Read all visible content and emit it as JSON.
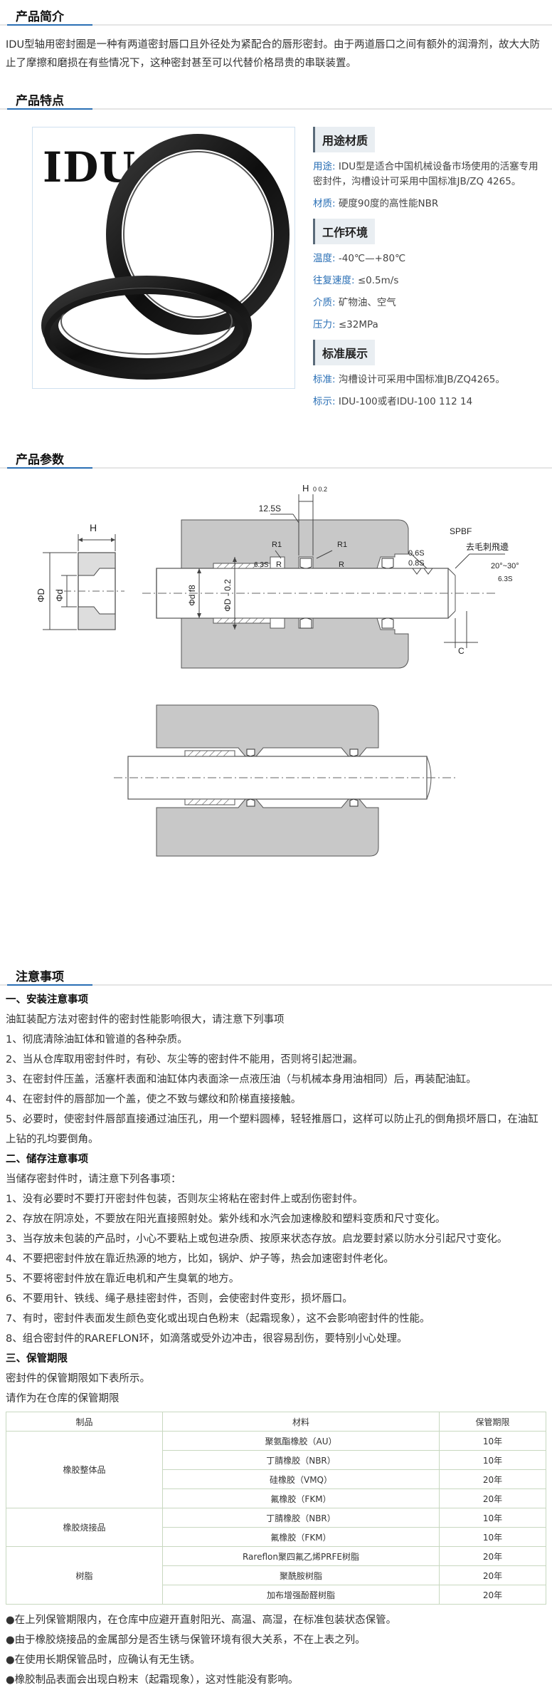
{
  "sections": {
    "intro_title": "产品简介",
    "features_title": "产品特点",
    "params_title": "产品参数",
    "notes_title": "注意事项"
  },
  "intro": {
    "text": "IDU型轴用密封圈是一种有两道密封唇口且外径处为紧配合的唇形密封。由于两道唇口之间有额外的润滑剂，故大大防止了摩擦和磨损在有些情况下，这种密封甚至可以代替价格昂贵的串联装置。"
  },
  "product_image": {
    "label": "IDU"
  },
  "specs": {
    "usage_title": "用途材质",
    "usage_key": "用途:",
    "usage_val": "IDU型是适合中国机械设备市场使用的活塞专用密封件，沟槽设计可采用中国标准JB/ZQ 4265。",
    "material_key": "材质:",
    "material_val": "硬度90度的高性能NBR",
    "env_title": "工作环境",
    "temp_key": "温度:",
    "temp_val": "-40℃—+80℃",
    "speed_key": "往复速度:",
    "speed_val": "≤0.5m/s",
    "medium_key": "介质:",
    "medium_val": "矿物油、空气",
    "pressure_key": "压力:",
    "pressure_val": "≤32MPa",
    "std_title": "标准展示",
    "std_key": "标准:",
    "std_val": "沟槽设计可采用中国标准JB/ZQ4265。",
    "mark_key": "标示:",
    "mark_val": "IDU-100或者IDU-100 112 14"
  },
  "diagram_labels": {
    "h": "H",
    "phi_d_big": "ΦD",
    "phi_d_small": "Φd",
    "phi_d_f8": "Φd f8",
    "phi_d_minus": "ΦD - 0.2",
    "h_tol": "H",
    "h_tol_sub": "0 0.2",
    "s125": "12.5S",
    "r1_left": "R1",
    "r1_right": "R1",
    "r_left": "R",
    "r_right": "R",
    "s63_left": "6.3S",
    "s06": "0.6S",
    "s08": "0.8S",
    "spbf": "SPBF",
    "deburr": "去毛刺飛邊",
    "angle": "20°~30°",
    "s63_right": "6.3S",
    "c": "C"
  },
  "notes": {
    "install_title": "一、安装注意事项",
    "install_intro": "油缸装配方法对密封件的密封性能影响很大，请注意下列事项",
    "install_items": [
      "1、彻底清除油缸体和管道的各种杂质。",
      "2、当从仓库取用密封件时，有砂、灰尘等的密封件不能用，否则将引起泄漏。",
      "3、在密封件压盖，活塞杆表面和油缸体内表面涂一点液压油（与机械本身用油相同）后，再装配油缸。",
      "4、在密封件的唇部加一个盖，使之不致与螺纹和阶梯直接接触。",
      "5、必要时，使密封件唇部直接通过油压孔，用一个塑料圆棒，轻轻推唇口，这样可以防止孔的倒角损坏唇口，在油缸上钻的孔均要倒角。"
    ],
    "storage_title": "二、储存注意事项",
    "storage_intro": "当储存密封件时，请注意下列各事项：",
    "storage_items": [
      "1、没有必要时不要打开密封件包装，否则灰尘将粘在密封件上或刮伤密封件。",
      "2、存放在阴凉处，不要放在阳光直接照射处。紫外线和水汽会加速橡胶和塑料变质和尺寸变化。",
      "3、当存放未包装的产品时，小心不要粘上或包进杂质、按原来状态存放。启龙要封紧以防水分引起尺寸变化。",
      "4、不要把密封件放在靠近热源的地方，比如，锅炉、炉子等，热会加速密封件老化。",
      "5、不要将密封件放在靠近电机和产生臭氧的地方。",
      "6、不要用针、铁线、绳子悬挂密封件，否则，会使密封件变形，损坏唇口。",
      "7、有时，密封件表面发生颜色变化或出现白色粉末（起霜现象），这不会影响密封件的性能。",
      "8、组合密封件的RAREFLON环，如滴落或受外边冲击，很容易刮伤，要特别小心处理。"
    ],
    "period_title": "三、保管期限",
    "period_line1": "密封件的保管期限如下表所示。",
    "period_line2": "请作为在仓库的保管期限"
  },
  "table": {
    "headers": [
      "制品",
      "材料",
      "保管期限"
    ],
    "groups": [
      {
        "product": "橡胶整体品",
        "rows": [
          [
            "聚氨酯橡胶（AU）",
            "10年"
          ],
          [
            "丁腈橡胶（NBR）",
            "10年"
          ],
          [
            "硅橡胶（VMQ）",
            "20年"
          ],
          [
            "氟橡胶（FKM）",
            "20年"
          ]
        ]
      },
      {
        "product": "橡胶烧接品",
        "rows": [
          [
            "丁腈橡胶（NBR）",
            "10年"
          ],
          [
            "氟橡胶（FKM）",
            "10年"
          ]
        ]
      },
      {
        "product": "树脂",
        "rows": [
          [
            "Rareflon聚四氟乙烯PRFE树脂",
            "20年"
          ],
          [
            "聚酰胺树脂",
            "20年"
          ],
          [
            "加布增强酚醛树脂",
            "20年"
          ]
        ]
      }
    ]
  },
  "bullets": [
    "●在上列保管期限内，在仓库中应避开直射阳光、高温、高湿，在标准包装状态保管。",
    "●由于橡胶烧接品的金属部分是否生锈与保管环境有很大关系，不在上表之列。",
    "●在使用长期保管品时，应确认有无生锈。",
    "●橡胶制品表面会出现白粉末（起霜现象），这对性能没有影响。"
  ],
  "colors": {
    "accent": "#2a6fb5",
    "housing": "#c8c8c8",
    "table_border": "#c8d8c0"
  }
}
